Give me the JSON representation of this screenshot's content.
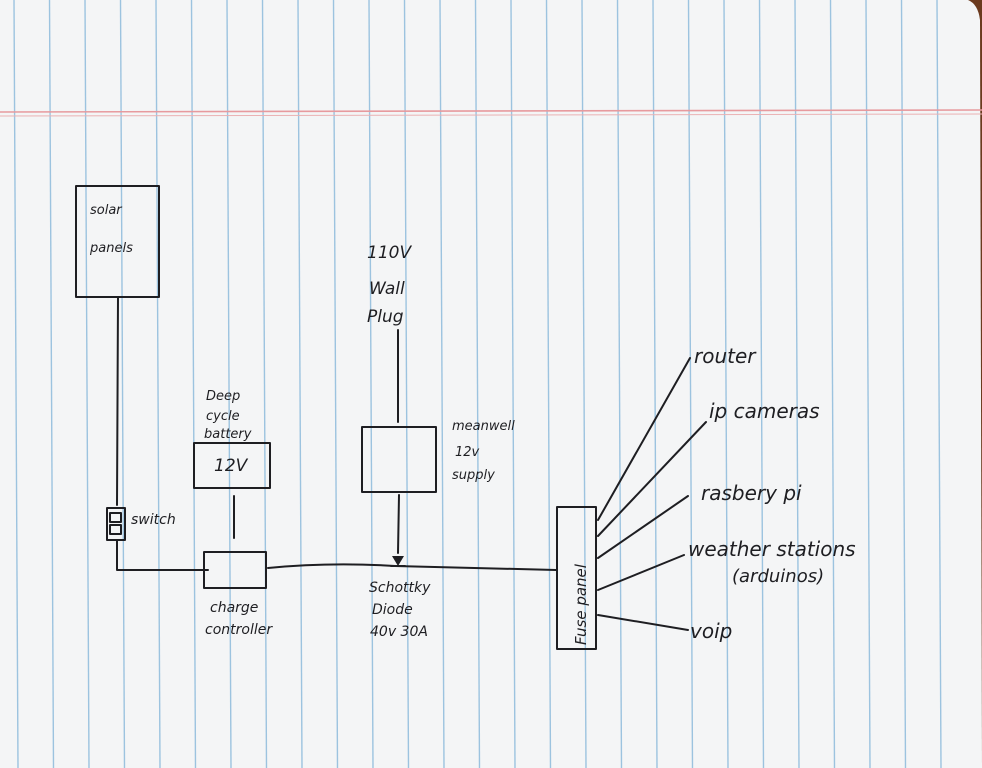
{
  "colors": {
    "paper": "#f4f5f6",
    "rule_blue": "#9cc3df",
    "margin_red": "#e79a9e",
    "ink": "#1e1e22",
    "table": "#6b3a1e"
  },
  "nodes": {
    "solar_panels": {
      "line1": "solar",
      "line2": "panels"
    },
    "wall_plug": {
      "line1": "110V",
      "line2": "Wall",
      "line3": "Plug"
    },
    "battery": {
      "caption1": "Deep",
      "caption2": "cycle",
      "caption3": "battery",
      "label": "12V"
    },
    "meanwell": {
      "line1": "meanwell",
      "line2": "12v",
      "line3": "supply"
    },
    "switch": {
      "label": "switch"
    },
    "charge_controller": {
      "line1": "charge",
      "line2": "controller"
    },
    "diode": {
      "line1": "Schottky",
      "line2": "Diode",
      "line3": "40v 30A"
    },
    "fuse_panel": {
      "label": "Fuse panel"
    }
  },
  "loads": [
    {
      "label": "router"
    },
    {
      "label": "ip cameras"
    },
    {
      "label": "rasbery pi"
    },
    {
      "label": "weather stations"
    },
    {
      "label": "(arduinos)"
    },
    {
      "label": "voip"
    }
  ]
}
